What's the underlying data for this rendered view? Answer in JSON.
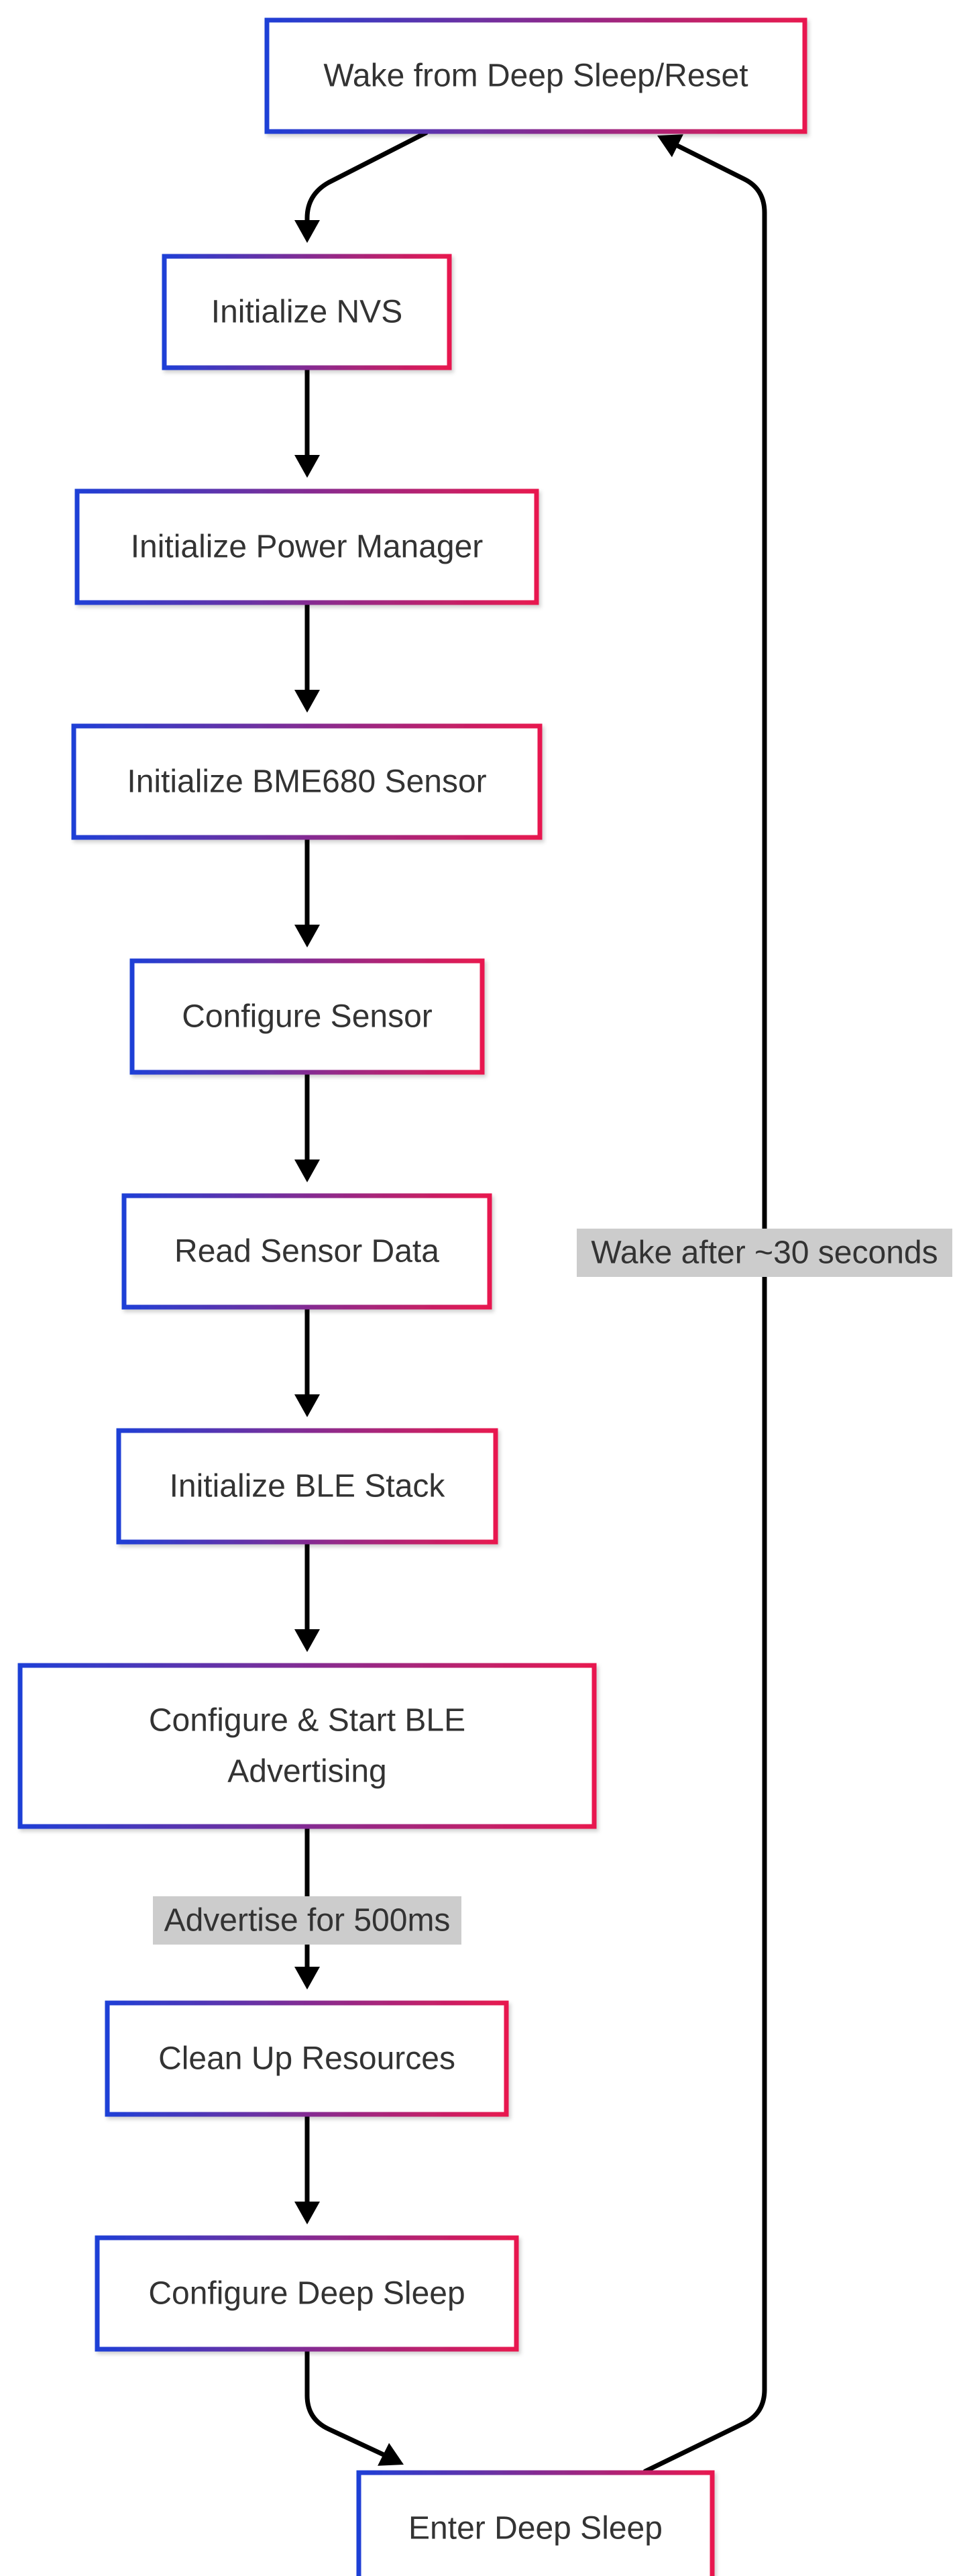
{
  "diagram": {
    "type": "flowchart",
    "nodes": [
      {
        "id": "wake",
        "lines": [
          "Wake from Deep Sleep/Reset"
        ]
      },
      {
        "id": "nvs",
        "lines": [
          "Initialize NVS"
        ]
      },
      {
        "id": "power",
        "lines": [
          "Initialize Power Manager"
        ]
      },
      {
        "id": "bme",
        "lines": [
          "Initialize BME680 Sensor"
        ]
      },
      {
        "id": "cfgsensor",
        "lines": [
          "Configure Sensor"
        ]
      },
      {
        "id": "read",
        "lines": [
          "Read Sensor Data"
        ]
      },
      {
        "id": "ble",
        "lines": [
          "Initialize BLE Stack"
        ]
      },
      {
        "id": "adv",
        "lines": [
          "Configure & Start BLE",
          "Advertising"
        ]
      },
      {
        "id": "cleanup",
        "lines": [
          "Clean Up Resources"
        ]
      },
      {
        "id": "cfgsleep",
        "lines": [
          "Configure Deep Sleep"
        ]
      },
      {
        "id": "sleep",
        "lines": [
          "Enter Deep Sleep"
        ]
      }
    ],
    "edges": [
      {
        "from": "wake",
        "to": "nvs",
        "label": ""
      },
      {
        "from": "nvs",
        "to": "power",
        "label": ""
      },
      {
        "from": "power",
        "to": "bme",
        "label": ""
      },
      {
        "from": "bme",
        "to": "cfgsensor",
        "label": ""
      },
      {
        "from": "cfgsensor",
        "to": "read",
        "label": ""
      },
      {
        "from": "read",
        "to": "ble",
        "label": ""
      },
      {
        "from": "ble",
        "to": "adv",
        "label": ""
      },
      {
        "from": "adv",
        "to": "cleanup",
        "label": "Advertise for 500ms"
      },
      {
        "from": "cleanup",
        "to": "cfgsleep",
        "label": ""
      },
      {
        "from": "cfgsleep",
        "to": "sleep",
        "label": ""
      },
      {
        "from": "sleep",
        "to": "wake",
        "label": "Wake after ~30 seconds"
      }
    ],
    "colors": {
      "border_start": "#1f3fd6",
      "border_end": "#e8194f",
      "edge": "#000000",
      "text": "#333333",
      "label_bg": "#cccccc",
      "node_fill": "#ffffff"
    }
  }
}
